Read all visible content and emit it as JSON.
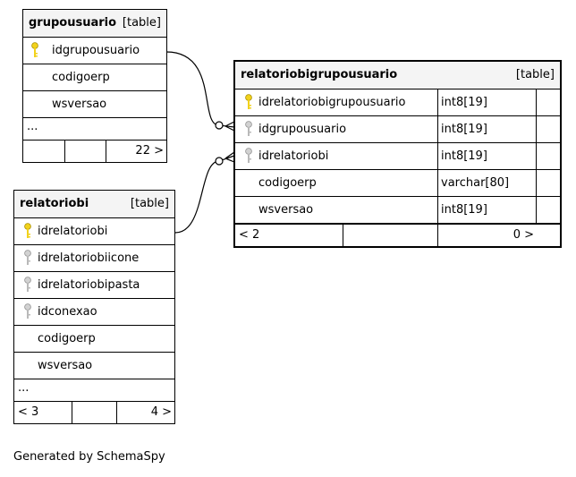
{
  "colors": {
    "primary_key": "#f2d21c",
    "foreign_key": "#b9b9b9",
    "header_bg": "#f4f4f4"
  },
  "grupousuario": {
    "name": "grupousuario",
    "kind": "[table]",
    "columns": [
      {
        "name": "idgrupousuario",
        "key": "primary-key-icon"
      },
      {
        "name": "codigoerp",
        "key": ""
      },
      {
        "name": "wsversao",
        "key": ""
      }
    ],
    "ellipsis": "...",
    "footer": {
      "left": "",
      "mid": "",
      "right": "22 >"
    }
  },
  "relatoriobi": {
    "name": "relatoriobi",
    "kind": "[table]",
    "columns": [
      {
        "name": "idrelatoriobi",
        "key": "primary-key-icon"
      },
      {
        "name": "idrelatoriobiicone",
        "key": "foreign-key-icon"
      },
      {
        "name": "idrelatoriobipasta",
        "key": "foreign-key-icon"
      },
      {
        "name": "idconexao",
        "key": "foreign-key-icon"
      },
      {
        "name": "codigoerp",
        "key": ""
      },
      {
        "name": "wsversao",
        "key": ""
      }
    ],
    "ellipsis": "...",
    "footer": {
      "left": "< 3",
      "mid": "",
      "right": "4 >"
    }
  },
  "relatoriobigrupousuario": {
    "name": "relatoriobigrupousuario",
    "kind": "[table]",
    "columns": [
      {
        "name": "idrelatoriobigrupousuario",
        "type": "int8[19]",
        "key": "primary-key-icon"
      },
      {
        "name": "idgrupousuario",
        "type": "int8[19]",
        "key": "foreign-key-icon"
      },
      {
        "name": "idrelatoriobi",
        "type": "int8[19]",
        "key": "foreign-key-icon"
      },
      {
        "name": "codigoerp",
        "type": "varchar[80]",
        "key": ""
      },
      {
        "name": "wsversao",
        "type": "int8[19]",
        "key": ""
      }
    ],
    "footer": {
      "left": "< 2",
      "mid": "",
      "right": "0 >"
    }
  },
  "credit": "Generated by SchemaSpy"
}
